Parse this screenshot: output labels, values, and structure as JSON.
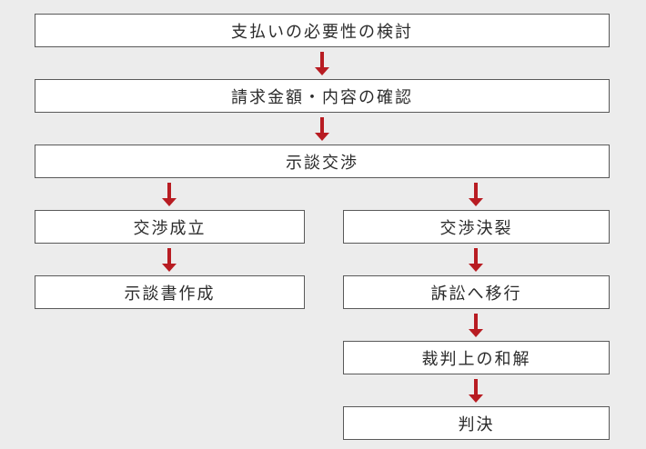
{
  "diagram": {
    "type": "flowchart",
    "background_color": "#ececec",
    "box_fill_color": "#ffffff",
    "box_border_color": "#595959",
    "text_color": "#2b2b2b",
    "arrow_color": "#b81c22",
    "nodes": [
      {
        "id": "payment-necessity",
        "label": "支払いの必要性の検討"
      },
      {
        "id": "billing-confirmation",
        "label": "請求金額・内容の確認"
      },
      {
        "id": "settlement-negotiation",
        "label": "示談交渉"
      },
      {
        "id": "negotiation-success",
        "label": "交渉成立"
      },
      {
        "id": "negotiation-breakdown",
        "label": "交渉決裂"
      },
      {
        "id": "settlement-document",
        "label": "示談書作成"
      },
      {
        "id": "move-to-lawsuit",
        "label": "訴訟へ移行"
      },
      {
        "id": "court-settlement",
        "label": "裁判上の和解"
      },
      {
        "id": "judgment",
        "label": "判決"
      }
    ],
    "edges": [
      {
        "from": "payment-necessity",
        "to": "billing-confirmation"
      },
      {
        "from": "billing-confirmation",
        "to": "settlement-negotiation"
      },
      {
        "from": "settlement-negotiation",
        "to": "negotiation-success"
      },
      {
        "from": "settlement-negotiation",
        "to": "negotiation-breakdown"
      },
      {
        "from": "negotiation-success",
        "to": "settlement-document"
      },
      {
        "from": "negotiation-breakdown",
        "to": "move-to-lawsuit"
      },
      {
        "from": "move-to-lawsuit",
        "to": "court-settlement"
      },
      {
        "from": "court-settlement",
        "to": "judgment"
      }
    ]
  }
}
